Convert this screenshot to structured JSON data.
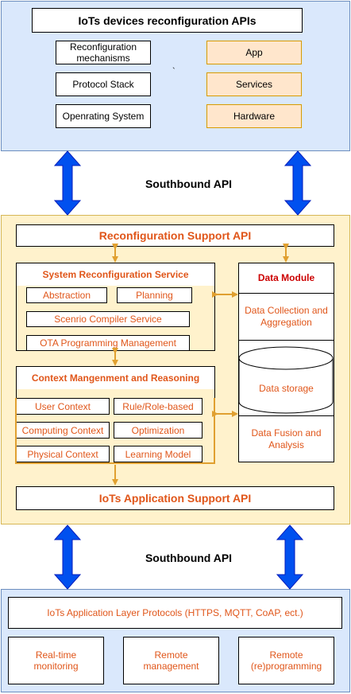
{
  "top": {
    "title": "IoTs devices reconfiguration APIs",
    "left_boxes": [
      "Reconfiguration mechanisms",
      "Protocol Stack",
      "Openrating System"
    ],
    "right_boxes": [
      "App",
      "Services",
      "Hardware"
    ],
    "stray_mark": "`"
  },
  "southbound_label_1": "Southbound API",
  "middle": {
    "reconfig_support": "Reconfiguration Support API",
    "system_reconfig": {
      "title": "System Reconfiguration Service",
      "abstraction": "Abstraction",
      "planning": "Planning",
      "scenario_compiler": "Scenrio Compiler Service",
      "ota": "OTA Programming Management"
    },
    "context": {
      "title": "Context  Mangenment and Reasoning",
      "items": [
        "User Context",
        "Rule/Role-based",
        "Computing Context",
        "Optimization",
        "Physical Context",
        "Learning Model"
      ]
    },
    "data_module": {
      "title": "Data Module",
      "collection": "Data Collection and Aggregation",
      "storage": "Data storage",
      "fusion": "Data Fusion and Analysis"
    },
    "app_support": "IoTs Application Support API"
  },
  "southbound_label_2": "Southbound API",
  "bottom": {
    "protocols": "IoTs Application Layer Protocols (HTTPS, MQTT, CoAP, ect.)",
    "items": [
      "Real-time monitoring",
      "Remote management",
      "Remote (re)programming"
    ]
  },
  "colors": {
    "blue_panel": "#dae8fc",
    "yellow_panel": "#fff2cc",
    "peach": "#ffe6cc",
    "orange_text": "#e0561a",
    "red_text": "#cc0000",
    "arrow_blue": "#0050ef",
    "arrow_orange": "#e0a030"
  }
}
